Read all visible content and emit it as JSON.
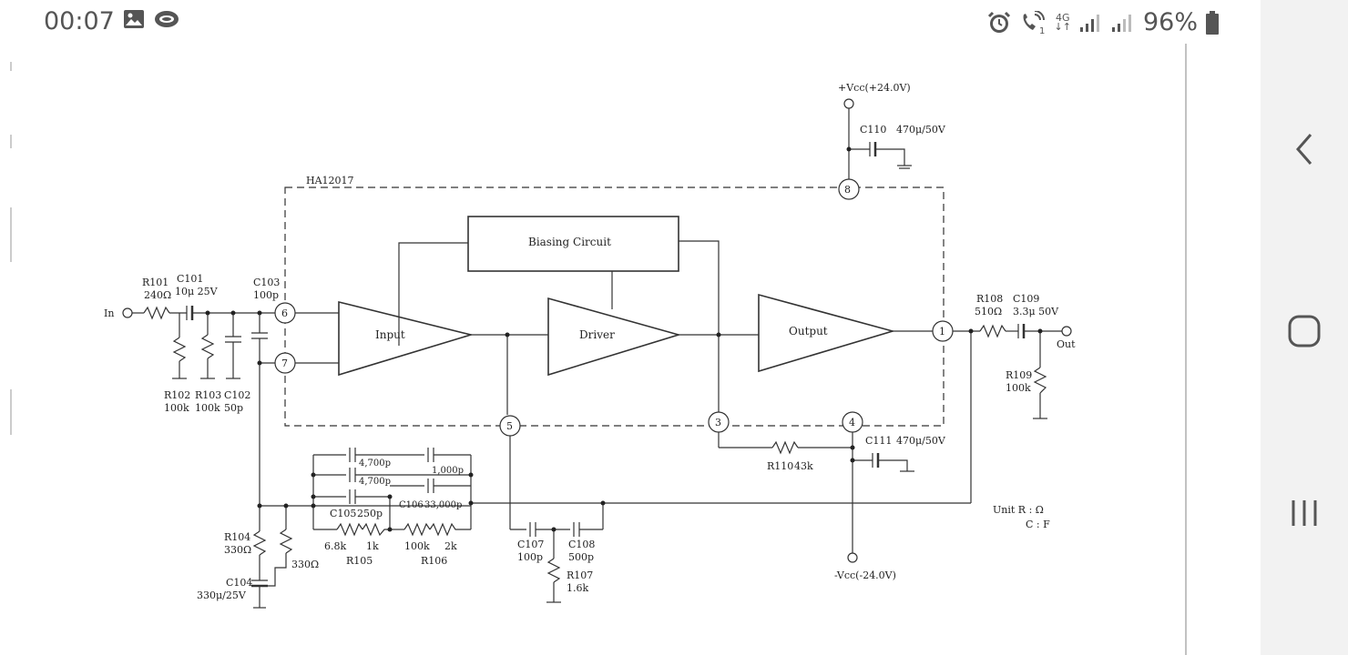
{
  "status_bar": {
    "time": "00:07",
    "battery": "96%",
    "network": "4G",
    "sim_slot": "1",
    "icons": [
      "gallery-icon",
      "cloud-icon",
      "alarm-icon",
      "wifi-call-icon",
      "data-arrows-icon",
      "signal-icon",
      "signal-icon",
      "battery-icon"
    ]
  },
  "schematic": {
    "chip": "HA12017",
    "vcc_pos": "+Vcc(+24.0V)",
    "vcc_neg": "-Vcc(-24.0V)",
    "blocks": {
      "biasing": "Biasing Circuit",
      "input": "Input",
      "driver": "Driver",
      "output": "Output"
    },
    "pins": [
      "8",
      "6",
      "7",
      "1",
      "5",
      "3",
      "4"
    ],
    "io": {
      "in": "In",
      "out": "Out"
    },
    "components": {
      "r101": "R101",
      "r101_val": "240Ω",
      "c101": "C101",
      "c101_val": "10μ 25V",
      "c103": "C103",
      "c103_val": "100p",
      "r102": "R102",
      "r102_val": "100k",
      "r103": "R103",
      "r103_val": "100k",
      "c102": "C102",
      "c102_val": "50p",
      "r108": "R108",
      "r108_val": "510Ω",
      "c109": "C109",
      "c109_val": "3.3μ 50V",
      "r109": "R109",
      "r109_val": "100k",
      "c110": "C110",
      "c110_val": "470μ/50V",
      "c111": "C111",
      "c111_val": "470μ/50V",
      "r110": "R110",
      "r110_val": "43k",
      "c4700a": "4,700p",
      "c4700b": "4,700p",
      "c1000": "1,000p",
      "c106": "C106",
      "c106_val": "33,000p",
      "c105": "C105",
      "c105_val": "250p",
      "r105a": "6.8k",
      "r105b": "1k",
      "r105": "R105",
      "r106a": "100k",
      "r106b": "2k",
      "r106": "R106",
      "r104": "R104",
      "r104_val": "330Ω",
      "r104b_val": "330Ω",
      "c104": "C104",
      "c104_val": "330μ/25V",
      "c107": "C107",
      "c107_val": "100p",
      "c108": "C108",
      "c108_val": "500p",
      "r107": "R107",
      "r107_val": "1.6k"
    },
    "unit_line1": "Unit  R : Ω",
    "unit_line2": "C : F"
  },
  "nav": {
    "buttons": [
      "back",
      "home",
      "recents"
    ]
  },
  "colors": {
    "status_text": "#555555",
    "navbar_bg": "#f2f2f2",
    "ink": "#222222"
  }
}
